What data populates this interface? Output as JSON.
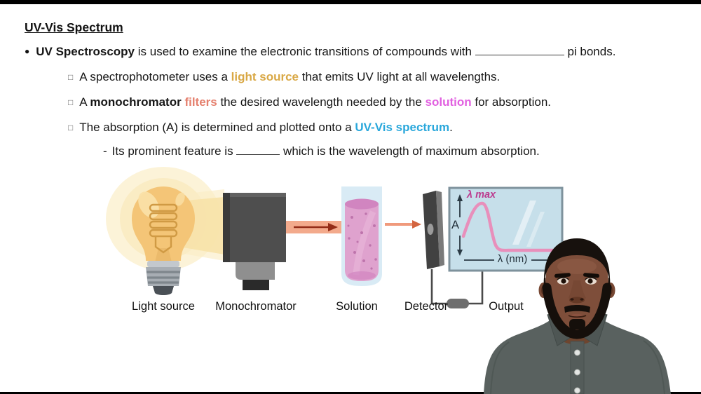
{
  "slide": {
    "title": "UV-Vis Spectrum",
    "bullet": {
      "marker": "●",
      "b1": "UV Spectroscopy",
      "b2": " is used to examine the electronic transitions of compounds with ",
      "b3": " pi bonds."
    },
    "sub1": {
      "marker": "□",
      "t1": "A spectrophotometer uses a ",
      "hl": "light source",
      "t2": " that emits UV light at all wavelengths."
    },
    "sub2": {
      "marker": "□",
      "t1": "A ",
      "bold": "monochromator ",
      "hl1": "filters",
      "t2": " the desired wavelength needed by the ",
      "hl2": "solution",
      "t3": " for absorption."
    },
    "sub3": {
      "marker": "□",
      "t1": "The absorption (A) is determined and plotted onto a ",
      "hl": "UV-Vis spectrum",
      "t2": "."
    },
    "note": {
      "marker": "-",
      "t1": "Its prominent feature is ",
      "t2": " which is the wavelength of maximum absorption."
    }
  },
  "diagram": {
    "labels": {
      "light_source": "Light source",
      "monochromator": "Monochromator",
      "solution": "Solution",
      "detector": "Detector",
      "output": "Output"
    },
    "graph": {
      "lambda_max": "λ max",
      "y_axis": "A",
      "x_axis": "λ (nm)"
    }
  },
  "colors": {
    "highlight_gold": "#D9A845",
    "highlight_salmon": "#E5806E",
    "highlight_magenta": "#E160E0",
    "highlight_cyan": "#29A7DB",
    "lambda_max_magenta": "#BB3A8E",
    "curve_pink": "#E88FBB",
    "screen_blue": "#C6DFEA",
    "beam_salmon": "#F3AA8C",
    "bulb_amber": "#F4C577",
    "liquid_pink": "#DFA2CE",
    "shirt_gray": "#59615F"
  }
}
